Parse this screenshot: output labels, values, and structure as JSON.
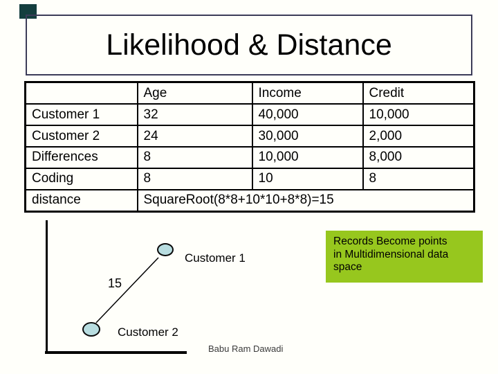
{
  "slide": {
    "title": "Likelihood & Distance",
    "footer_credit": "Babu Ram Dawadi"
  },
  "table": {
    "headers": [
      "",
      "Age",
      "Income",
      "Credit"
    ],
    "rows": [
      {
        "label": "Customer 1",
        "age": "32",
        "income": "40,000",
        "credit": "10,000"
      },
      {
        "label": "Customer 2",
        "age": "24",
        "income": "30,000",
        "credit": "2,000"
      },
      {
        "label": "Differences",
        "age": "8",
        "income": "10,000",
        "credit": "8,000"
      },
      {
        "label": "Coding",
        "age": "8",
        "income": "10",
        "credit": "8"
      }
    ],
    "distance_row": {
      "label": "distance",
      "formula": "SquareRoot(8*8+10*10+8*8)=15"
    }
  },
  "diagram": {
    "point1_label": "Customer 1",
    "point2_label": "Customer 2",
    "distance_label": "15",
    "point_fill_color": "#b8dde0"
  },
  "note": {
    "lines": [
      "Records Become points",
      "in Multidimensional data",
      "space"
    ],
    "background_color": "#97c71e"
  },
  "colors": {
    "title_border": "#3b3b58",
    "table_border": "#000000",
    "corner_accent": "#143e3e",
    "background": "#fffffa"
  }
}
